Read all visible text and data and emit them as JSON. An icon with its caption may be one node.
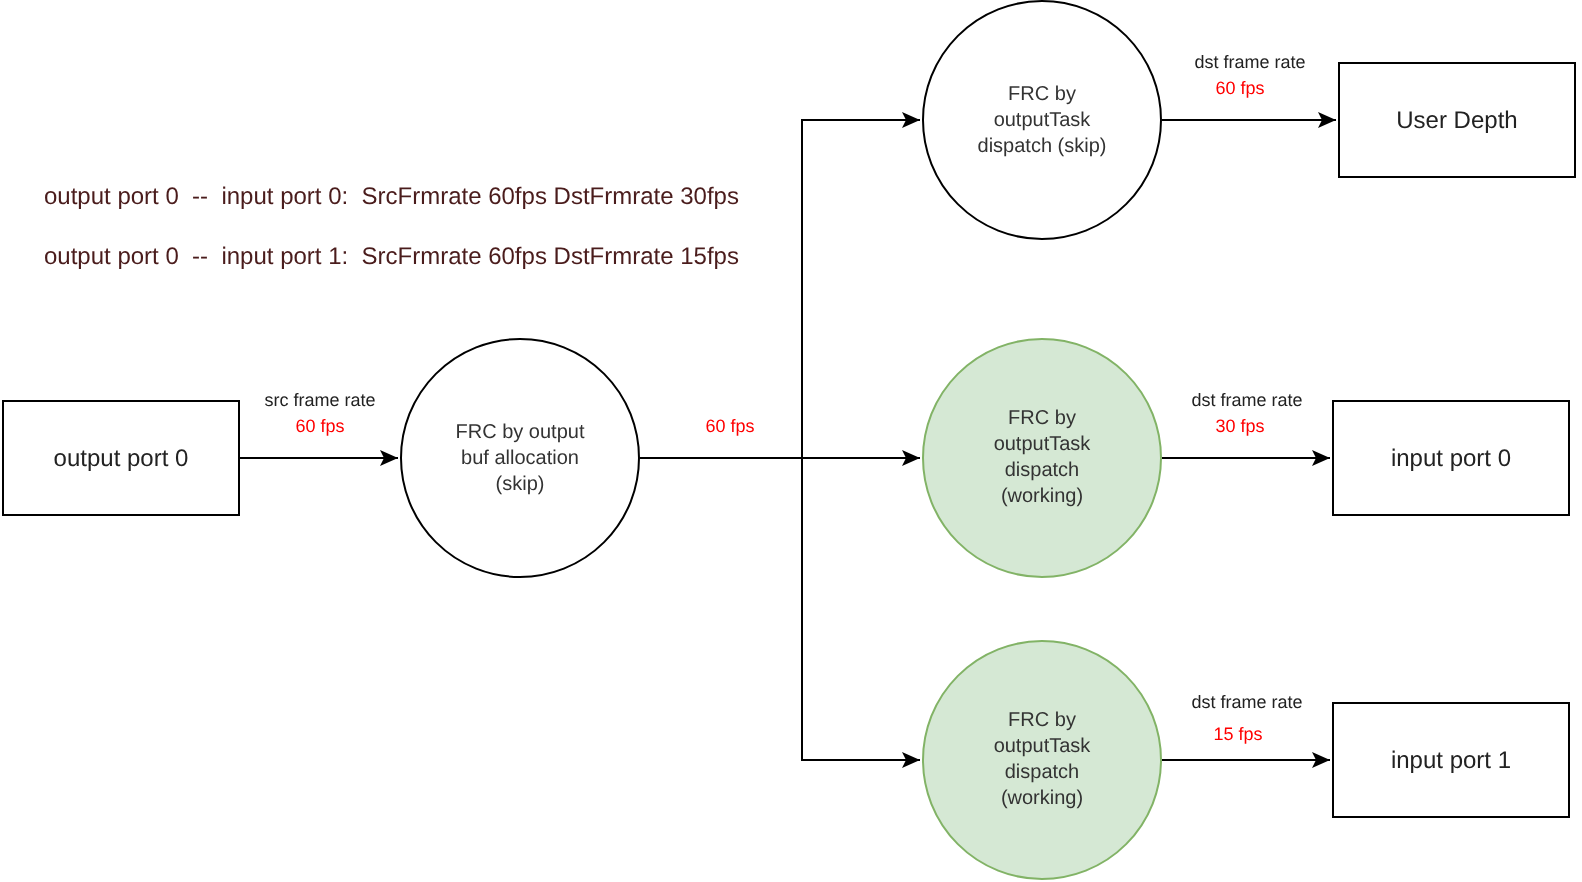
{
  "diagram": {
    "nodes": [
      {
        "text": [
          "output port 0"
        ]
      },
      {
        "text": [
          "FRC by output buf allocation (skip)"
        ]
      },
      {
        "text": [
          "FRC by outputTask dispatch (skip)"
        ]
      },
      {
        "text": [
          "User Depth"
        ]
      },
      {
        "text": [
          "FRC by outputTask dispatch (working)"
        ]
      },
      {
        "text": [
          "input port 0"
        ]
      },
      {
        "text": [
          "FRC by outputTask dispatch (working)"
        ]
      },
      {
        "text": [
          "input port 1"
        ]
      }
    ],
    "edges": [
      {
        "from": 0,
        "to": 1,
        "arrow": "to",
        "label": "src frame rate"
      },
      {
        "from": 1,
        "to": 2,
        "arrow": "to"
      },
      {
        "from": 1,
        "to": 4,
        "arrow": "to"
      },
      {
        "from": 1,
        "to": 6,
        "arrow": "to"
      },
      {
        "from": 2,
        "to": 3,
        "arrow": "to",
        "label": "dst frame rate"
      },
      {
        "from": 4,
        "to": 5,
        "arrow": "to",
        "label": "dst frame rate"
      },
      {
        "from": 6,
        "to": 7,
        "arrow": "to",
        "label": "dst frame rate"
      }
    ],
    "labels": [
      "output port 0  --  input port 0:  SrcFrmrate 60fps DstFrmrate 30fps",
      "output port 0  --  input port 1:  SrcFrmrate 60fps DstFrmrate 15fps",
      "60 fps",
      "60 fps",
      "60 fps",
      "30 fps",
      "15 fps"
    ]
  }
}
